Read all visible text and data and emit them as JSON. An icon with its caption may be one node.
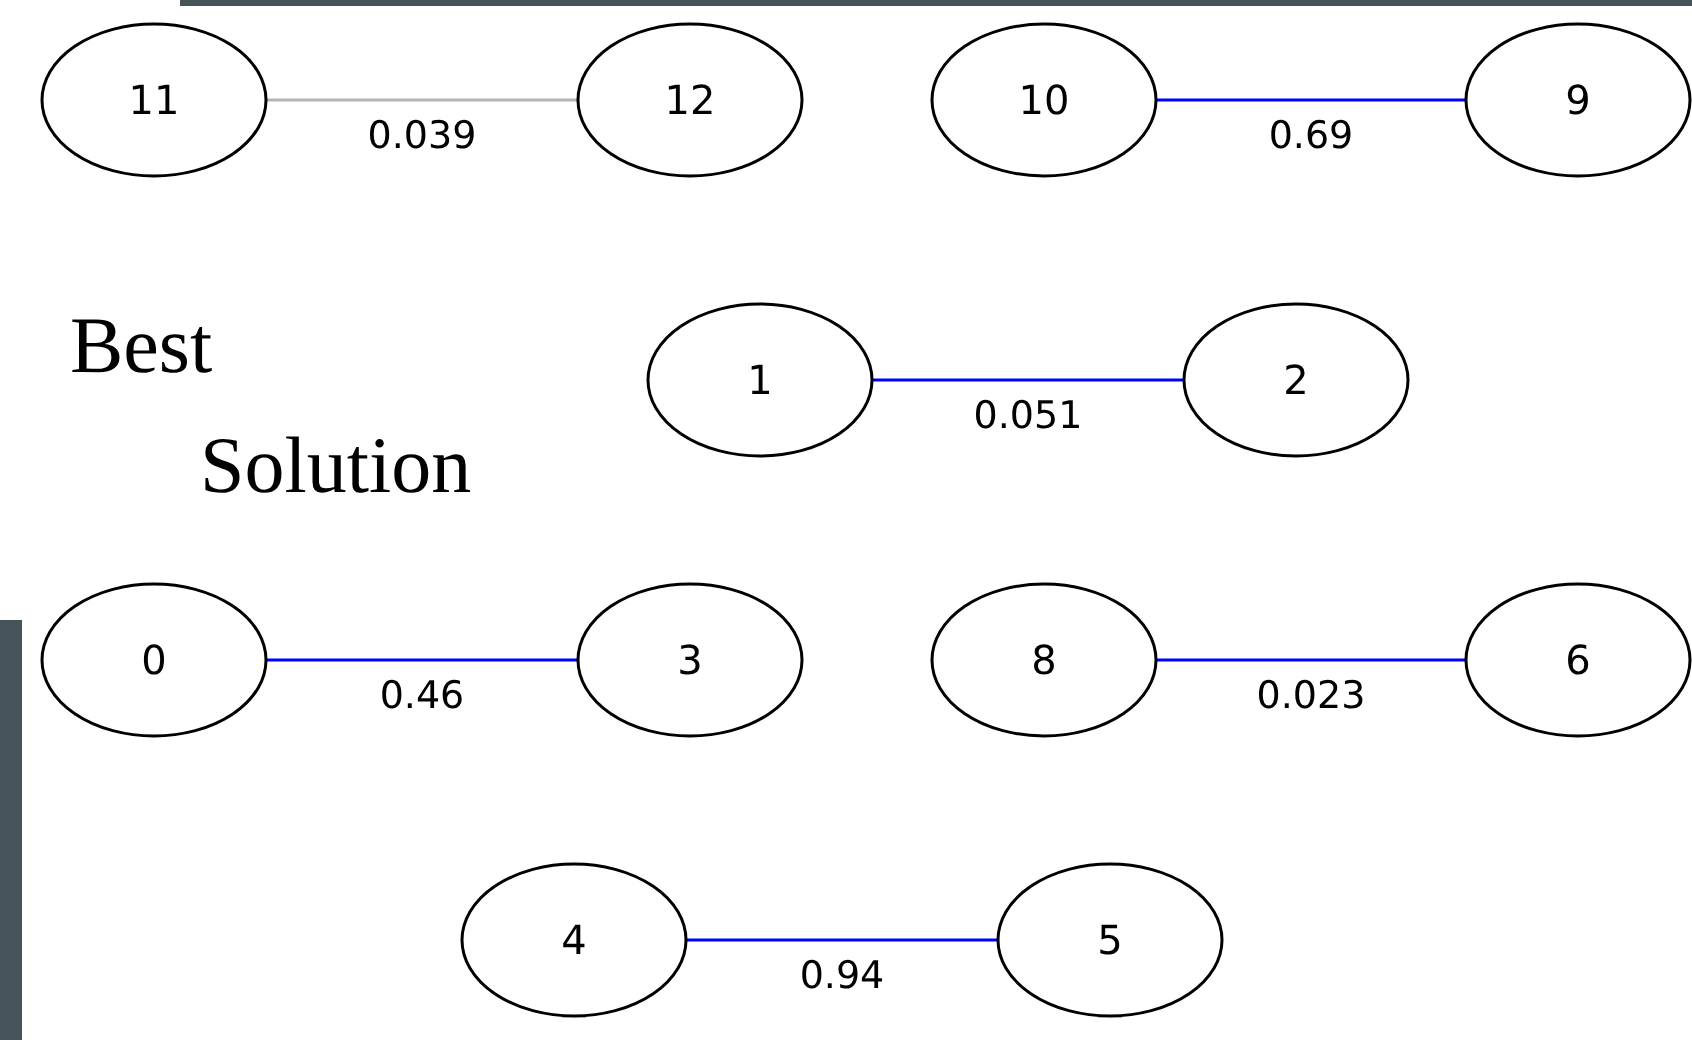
{
  "diagram": {
    "nodes": [
      {
        "text": [
          "11"
        ]
      },
      {
        "text": [
          "12"
        ]
      },
      {
        "text": [
          "10"
        ]
      },
      {
        "text": [
          "9"
        ]
      },
      {
        "text": [
          "1"
        ]
      },
      {
        "text": [
          "2"
        ]
      },
      {
        "text": [
          "0"
        ]
      },
      {
        "text": [
          "3"
        ]
      },
      {
        "text": [
          "8"
        ]
      },
      {
        "text": [
          "6"
        ]
      },
      {
        "text": [
          "4"
        ]
      },
      {
        "text": [
          "5"
        ]
      }
    ],
    "edges": [
      {
        "from": 0,
        "to": 1,
        "arrow": "none",
        "label": "0.039",
        "color": "#b4b4b4"
      },
      {
        "from": 2,
        "to": 3,
        "arrow": "none",
        "label": "0.69"
      },
      {
        "from": 4,
        "to": 5,
        "arrow": "none",
        "label": "0.051"
      },
      {
        "from": 6,
        "to": 7,
        "arrow": "none",
        "label": "0.46"
      },
      {
        "from": 8,
        "to": 9,
        "arrow": "none",
        "label": "0.023"
      },
      {
        "from": 10,
        "to": 11,
        "arrow": "none",
        "label": "0.94"
      }
    ],
    "labels": [
      "Best Solution"
    ]
  }
}
